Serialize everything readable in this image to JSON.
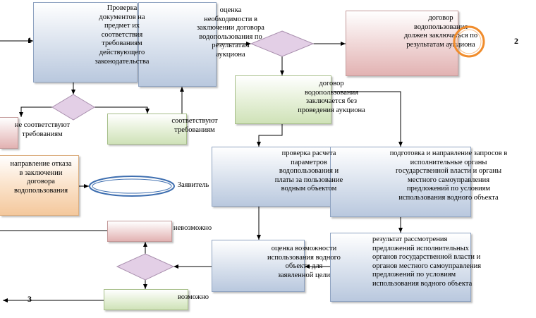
{
  "nodes": {
    "check_docs": "Проверка\nдокументов на\nпредмет их\nсоответствия\nтребованиям\nдействующего\nзаконодательства",
    "assess_need": "оценка\nнеобходимости в\nзаключении договора\nводопользования по\nрезультатам\nаукциона",
    "contract_auction": "договор\nводопользования\nдолжен заключаться по\nрезультатам аукциона",
    "contract_no_auction": "договор\nводопользования\nзаключается без\nпроведения аукциона",
    "not_compliant": "не соответствуют\nтребованиям",
    "compliant": "соответствуют\nтребованиям",
    "refusal": "направление отказа\nв заключении\nдоговора\nводопользования",
    "applicant": "Заявитель",
    "check_calc": "проверка расчета\nпараметров\nводопользования и\nплаты за пользование\nводным объектом",
    "requests": "подготовка и направление запросов в\nисполнительные органы\nгосударственной власти и органы\nместного самоуправления\nпредложений по условиям\nиспользования водного объекта",
    "impossible": "невозможно",
    "possible": "возможно",
    "assess_possibility": "оценка возможности\nиспользования водного\nобъекта для\nзаявленной цели",
    "result_review": "результат рассмотрения\nпредложений исполнительных\nорганов государственной власти и\nорганов местного самоуправления\nпредложений по условиям\nиспользования водного объекта"
  },
  "markers": {
    "m1": "1",
    "m2": "2",
    "m3": "3"
  },
  "colors": {
    "blue": "#b9c8de",
    "green": "#cfe2b8",
    "red": "#e2b2b2",
    "orange": "#f4c89c",
    "diamond": "#e3cfe6",
    "ring": "#f08c2c"
  }
}
